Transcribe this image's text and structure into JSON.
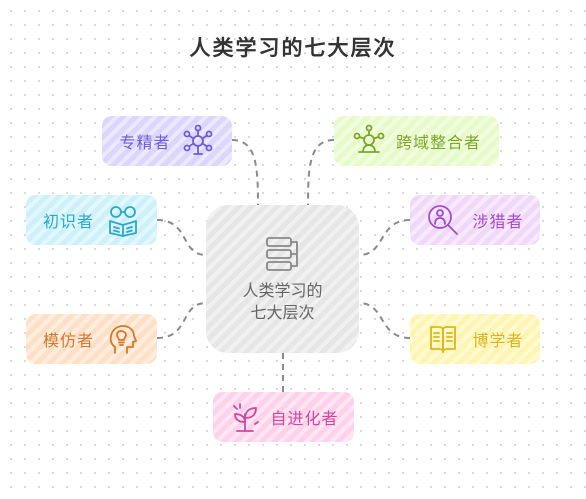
{
  "title": "人类学习的七大层次",
  "center": {
    "line1": "人类学习的",
    "line2": "七大层次",
    "icon": "stacked-layers-icon",
    "color": "#888888"
  },
  "nodes": [
    {
      "key": "specialist",
      "label": "专精者",
      "icon": "network-nodes-icon",
      "color": "#6f5bd8",
      "bg": "#dcd6ff"
    },
    {
      "key": "integrator",
      "label": "跨域整合者",
      "icon": "connected-hub-icon",
      "color": "#7ea52b",
      "bg": "#e6fbc8"
    },
    {
      "key": "beginner",
      "label": "初识者",
      "icon": "reader-glasses-icon",
      "color": "#2aa9cc",
      "bg": "#cdf1fb"
    },
    {
      "key": "generalist",
      "label": "涉猎者",
      "icon": "magnifier-person-icon",
      "color": "#a54cc9",
      "bg": "#f0d8fb"
    },
    {
      "key": "imitator",
      "label": "模仿者",
      "icon": "idea-head-icon",
      "color": "#d17a2c",
      "bg": "#ffe0c6"
    },
    {
      "key": "scholar",
      "label": "博学者",
      "icon": "reading-person-icon",
      "color": "#d9b720",
      "bg": "#fff5b0"
    },
    {
      "key": "self_evolver",
      "label": "自进化者",
      "icon": "growing-plant-icon",
      "color": "#d0489a",
      "bg": "#ffd1ea"
    }
  ]
}
